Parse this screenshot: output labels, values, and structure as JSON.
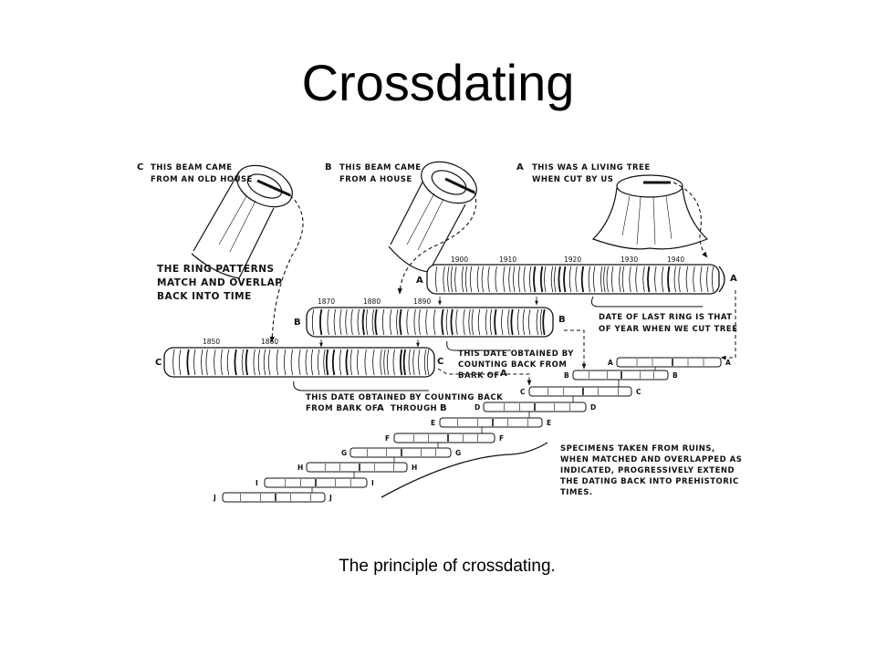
{
  "slide": {
    "title": "Crossdating",
    "caption": "The principle of crossdating."
  },
  "diagram": {
    "labels": {
      "c_beam": [
        "THIS BEAM CAME",
        "FROM AN OLD HOUSE"
      ],
      "b_beam": [
        "THIS BEAM CAME",
        "FROM A HOUSE"
      ],
      "a_tree": [
        "THIS WAS A LIVING TREE",
        "WHEN CUT BY US"
      ],
      "ring_patterns": [
        "THE RING PATTERNS",
        "MATCH AND OVERLAP",
        "BACK INTO TIME"
      ],
      "last_ring": [
        "DATE OF LAST RING IS THAT",
        "OF YEAR WHEN WE CUT TREE"
      ],
      "date_b": [
        "THIS DATE OBTAINED BY",
        "COUNTING BACK FROM",
        "BARK OF"
      ],
      "date_b_letter": "A",
      "date_c": [
        "THIS DATE OBTAINED BY COUNTING BACK",
        "FROM BARK OF"
      ],
      "date_c_letter_a": "A",
      "date_c_through": "THROUGH",
      "date_c_letter_b": "B",
      "specimens": [
        "SPECIMENS TAKEN FROM RUINS,",
        "WHEN MATCHED AND OVERLAPPED AS",
        "INDICATED, PROGRESSIVELY    EXTEND",
        "THE DATING BACK INTO    PREHISTORIC",
        "TIMES."
      ]
    },
    "source_letters": {
      "c": "C",
      "b": "B",
      "a": "A"
    },
    "years_a": [
      "1900",
      "1910",
      "1920",
      "1930",
      "1940"
    ],
    "years_b": [
      "1870",
      "1880",
      "1890"
    ],
    "years_c": [
      "1850",
      "1860"
    ],
    "core_letters": {
      "a": "A",
      "b": "B",
      "c": "C"
    },
    "specimens": [
      "A",
      "B",
      "C",
      "D",
      "E",
      "F",
      "G",
      "H",
      "I",
      "J"
    ]
  }
}
